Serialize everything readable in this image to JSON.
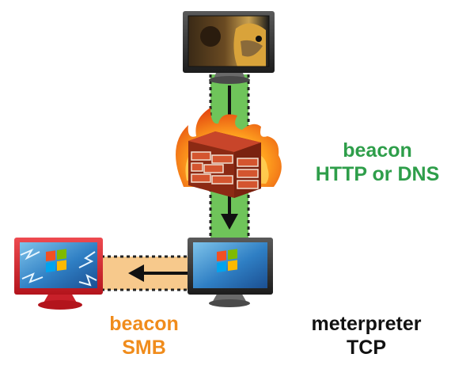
{
  "colors": {
    "http_channel": "#6fc45a",
    "smb_channel": "#f7c98c",
    "green_text": "#2e9e4a",
    "orange_text": "#f08c1c",
    "black_text": "#111111",
    "compromised_frame": "#d9262e"
  },
  "icons": [
    "attacker-monitor",
    "firewall-icon",
    "windows-monitor",
    "compromised-windows-monitor"
  ],
  "labels": {
    "beacon_http_line1": "beacon",
    "beacon_http_line2": "HTTP or DNS",
    "beacon_smb_line1": "beacon",
    "beacon_smb_line2": "SMB",
    "meterpreter_line1": "meterpreter",
    "meterpreter_line2": "TCP"
  }
}
